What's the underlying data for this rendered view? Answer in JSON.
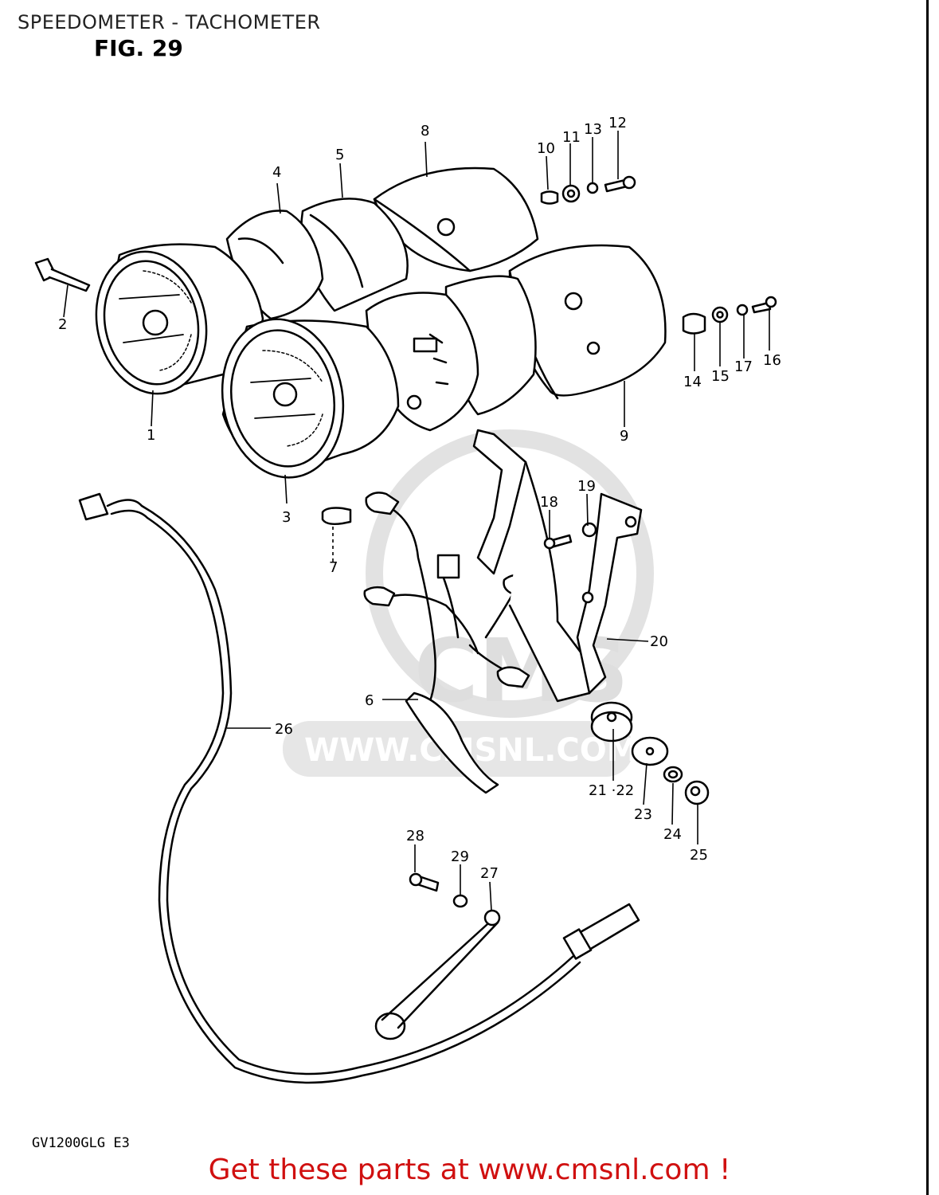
{
  "header": {
    "title": "SPEEDOMETER - TACHOMETER",
    "figure": "FIG. 29"
  },
  "watermark": {
    "logo_text": "CMS",
    "url": "WWW.CMSNL.COM"
  },
  "callouts": {
    "c1": "1",
    "c2": "2",
    "c3": "3",
    "c4": "4",
    "c5": "5",
    "c6": "6",
    "c7": "7",
    "c8": "8",
    "c9": "9",
    "c10": "10",
    "c11": "11",
    "c12": "12",
    "c13": "13",
    "c14": "14",
    "c15": "15",
    "c16": "16",
    "c17": "17",
    "c18": "18",
    "c19": "19",
    "c20": "20",
    "c21_22": "21 ·22",
    "c23": "23",
    "c24": "24",
    "c25": "25",
    "c26": "26",
    "c27": "27",
    "c28": "28",
    "c29": "29"
  },
  "footer": {
    "model": "GV1200GLG E3",
    "link": "Get these parts at www.cmsnl.com !"
  },
  "colors": {
    "ink": "#000000",
    "watermark": "#d9d9d9",
    "link": "#d01010"
  }
}
